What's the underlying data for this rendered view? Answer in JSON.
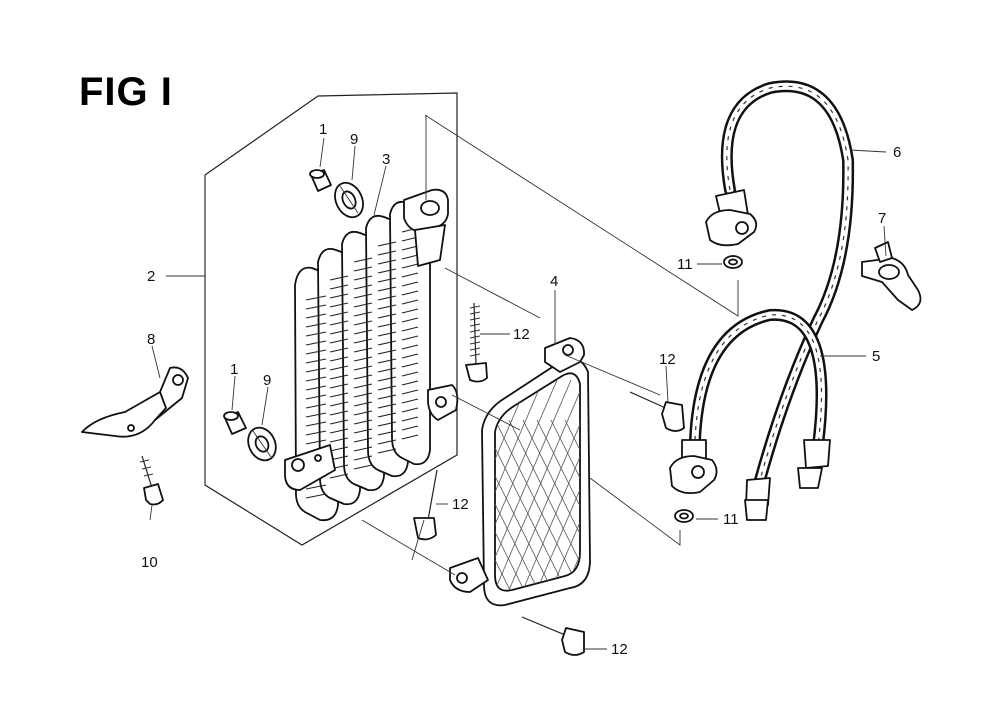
{
  "figure": {
    "title": "FIG I"
  },
  "callouts": [
    {
      "id": "c1a",
      "text": "1"
    },
    {
      "id": "c9a",
      "text": "9"
    },
    {
      "id": "c3",
      "text": "3"
    },
    {
      "id": "c2",
      "text": "2"
    },
    {
      "id": "c1b",
      "text": "1"
    },
    {
      "id": "c9b",
      "text": "9"
    },
    {
      "id": "c8",
      "text": "8"
    },
    {
      "id": "c10",
      "text": "10"
    },
    {
      "id": "c12a",
      "text": "12"
    },
    {
      "id": "c4",
      "text": "4"
    },
    {
      "id": "c12b",
      "text": "12"
    },
    {
      "id": "c12c",
      "text": "12"
    },
    {
      "id": "c12d",
      "text": "12"
    },
    {
      "id": "c6",
      "text": "6"
    },
    {
      "id": "c7",
      "text": "7"
    },
    {
      "id": "c11a",
      "text": "11"
    },
    {
      "id": "c5",
      "text": "5"
    },
    {
      "id": "c11b",
      "text": "11"
    }
  ]
}
